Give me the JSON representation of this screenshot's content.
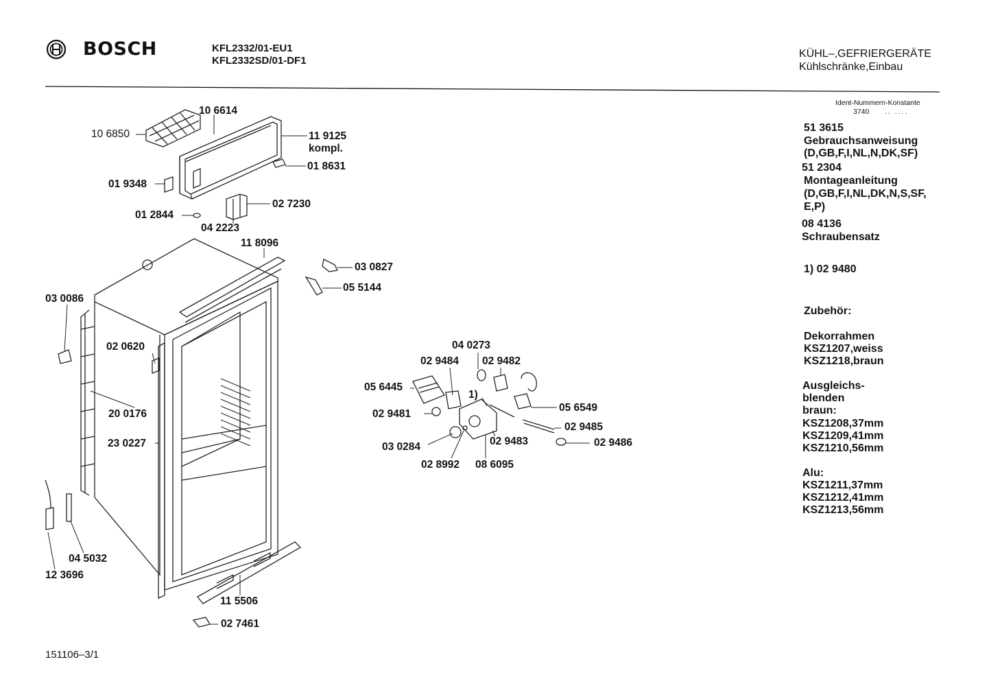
{
  "header": {
    "brand": "BOSCH",
    "models": [
      "KFL2332/01-EU1",
      "KFL2332SD/01-DF1"
    ],
    "category": "KÜHL–,GEFRIERGERÄTE",
    "subcategory": "Kühlschränke,Einbau"
  },
  "ident": {
    "label": "Ident-Nummern-Konstante",
    "value": "3740"
  },
  "right_column": {
    "docs": [
      {
        "number": "51 3615",
        "lines": [
          "Gebrauchsanweisung",
          "(D,GB,F,I,NL,N,DK,SF)"
        ]
      },
      {
        "number": "51 2304",
        "lines": [
          "Montageanleitung",
          "(D,GB,F,I,NL,DK,N,S,SF,",
          "E,P)"
        ]
      },
      {
        "number": "08 4136",
        "lines": [
          "Schraubensatz"
        ]
      }
    ],
    "footnote": "1)  02 9480",
    "accessories_title": "Zubehör:",
    "accessories": [
      {
        "lines": [
          "Dekorrahmen",
          "KSZ1207,weiss",
          "KSZ1218,braun"
        ]
      },
      {
        "lines": [
          "Ausgleichs-",
          "blenden",
          "braun:",
          "KSZ1208,37mm",
          "KSZ1209,41mm",
          "KSZ1210,56mm"
        ]
      },
      {
        "lines": [
          "Alu:",
          "KSZ1211,37mm",
          "KSZ1212,41mm",
          "KSZ1213,56mm"
        ]
      }
    ]
  },
  "parts": [
    "10 6614",
    "10 6850",
    "11 9125",
    "kompl.",
    "01 8631",
    "01 9348",
    "02 7230",
    "01 2844",
    "04 2223",
    "11 8096",
    "03 0827",
    "05 5144",
    "03 0086",
    "02 0620",
    "20 0176",
    "23 0227",
    "04 5032",
    "12 3696",
    "11 5506",
    "02 7461",
    "04 0273",
    "02 9484",
    "02 9482",
    "05 6445",
    "1)",
    "05 6549",
    "02 9481",
    "02 9485",
    "02 9483",
    "02 9486",
    "03 0284",
    "02 8992",
    "08 6095"
  ],
  "footer": {
    "drawing_number": "151106–3/1"
  }
}
